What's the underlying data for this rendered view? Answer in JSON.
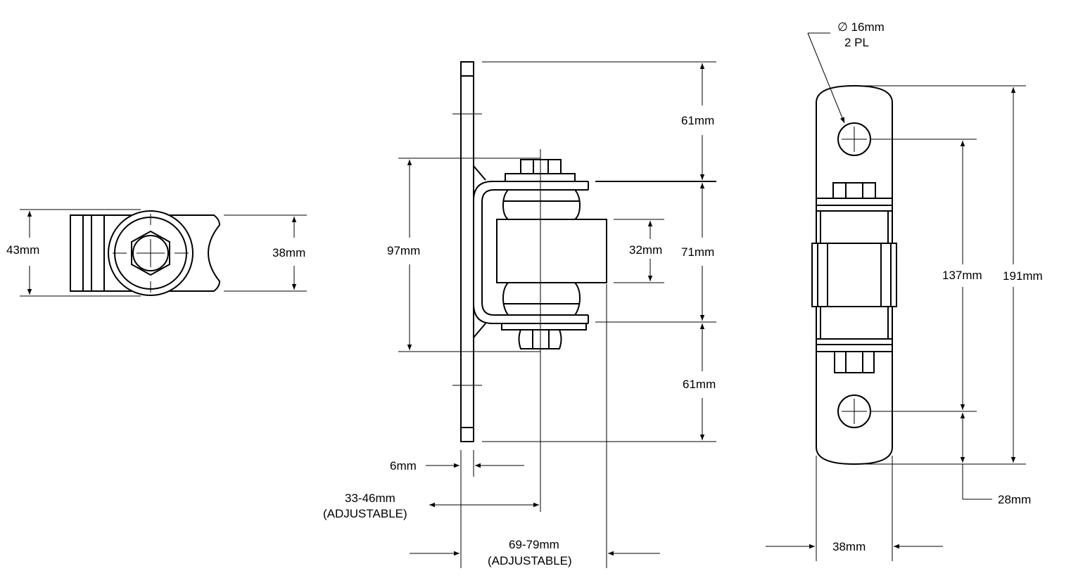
{
  "dimensions": {
    "top_view": {
      "height_outer": "43mm",
      "height_inner": "38mm"
    },
    "side_view": {
      "overall_left": "97mm",
      "top_segment": "61mm",
      "middle_segment": "71mm",
      "bottom_segment": "61mm",
      "barrel": "32mm",
      "plate_thickness": "6mm",
      "offset": "33-46mm",
      "offset_note": "(ADJUSTABLE)",
      "projection": "69-79mm",
      "projection_note": "(ADJUSTABLE)"
    },
    "front_view": {
      "hole_dia": "∅ 16mm",
      "hole_qty": "2 PL",
      "hole_spacing": "137mm",
      "overall_length": "191mm",
      "hole_edge": "28mm",
      "width": "38mm"
    }
  }
}
